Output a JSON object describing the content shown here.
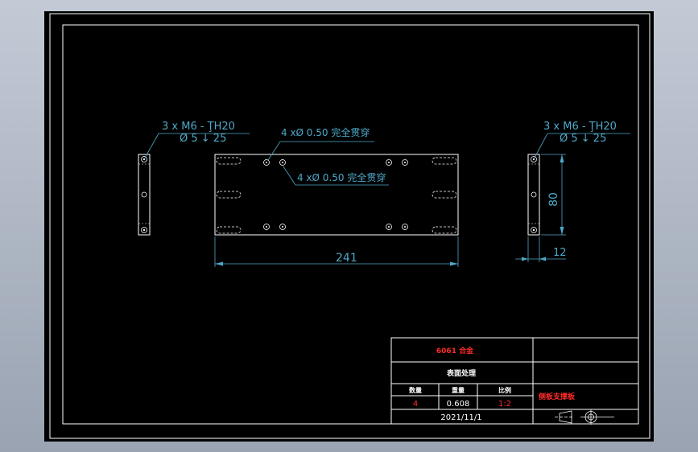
{
  "colors": {
    "background": "#000000",
    "frame": "#ffffff",
    "dimension": "#4fa8c8",
    "red_text": "#ff2a2a"
  },
  "left_view": {
    "note_line1": "3 x  M6 - ŢH20",
    "note_line2": "Ø  5 ↓ 25"
  },
  "front_view": {
    "note_a": "4 xØ  0.50 完全贯穿",
    "note_b": "4 xØ  0.50 完全贯穿",
    "width_dim": "241"
  },
  "right_view": {
    "note_line1": "3 x  M6 - ŢH20",
    "note_line2": "Ø  5 ↓ 25",
    "height_dim": "80",
    "thickness_dim": "12"
  },
  "title_block": {
    "material": "6061 合金",
    "surface": "表面处理",
    "header_qty": "数量",
    "header_weight": "重量",
    "header_scale": "比例",
    "qty": "4",
    "weight": "0.608",
    "scale": "1:2",
    "date": "2021/11/1",
    "part_name": "侧板支撑板",
    "projection_symbol": "first-angle-projection-icon"
  }
}
